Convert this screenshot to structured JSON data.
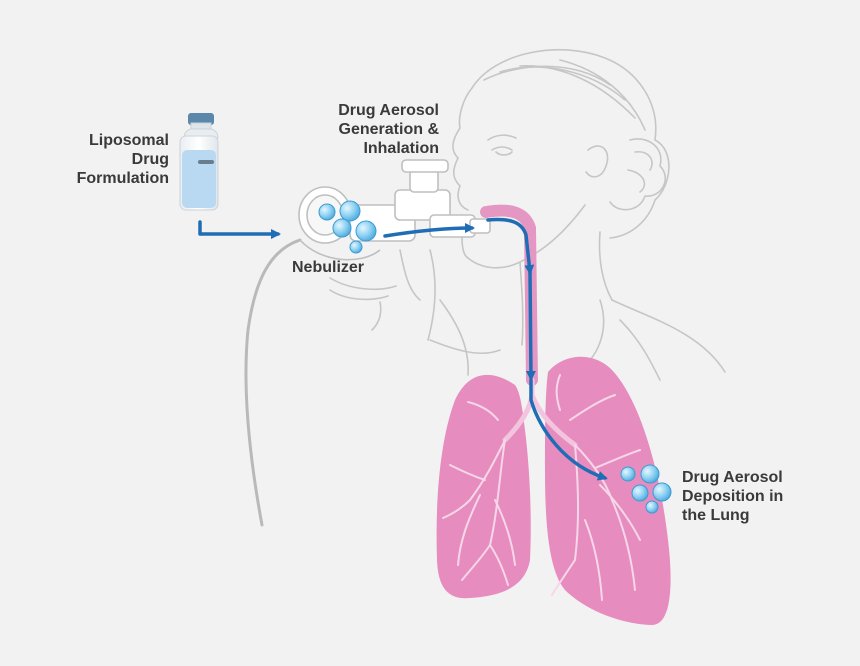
{
  "labels": {
    "liposomal": [
      "Liposomal",
      "Drug",
      "Formulation"
    ],
    "aerosol_generation": [
      "Drug Aerosol",
      "Generation &",
      "Inhalation"
    ],
    "nebulizer": "Nebulizer",
    "deposition": [
      "Drug Aerosol",
      "Deposition in",
      "the Lung"
    ]
  },
  "colors": {
    "background": "#f2f2f2",
    "outline": "#c4c4c4",
    "arrow": "#1f6db5",
    "lung": "#e78cbf",
    "airway": "#e597c4",
    "particle": "#86cdf0",
    "vial_liquid": "#b9d9f2"
  },
  "icons": [
    "vial-icon",
    "nebulizer-icon",
    "lung-icon",
    "aerosol-particle-icon",
    "flow-arrow-icon"
  ]
}
